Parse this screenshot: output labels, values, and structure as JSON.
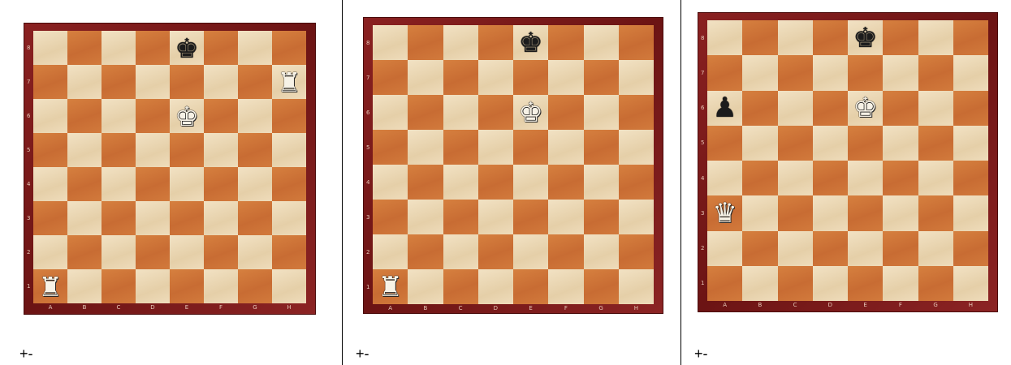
{
  "files": [
    "A",
    "B",
    "C",
    "D",
    "E",
    "F",
    "G",
    "H"
  ],
  "ranks": [
    "8",
    "7",
    "6",
    "5",
    "4",
    "3",
    "2",
    "1"
  ],
  "diagrams": [
    {
      "eval": "+-",
      "pieces": [
        {
          "square": "e8",
          "piece": "king",
          "color": "black",
          "glyph": "♚"
        },
        {
          "square": "h7",
          "piece": "rook",
          "color": "white",
          "glyph": "♜"
        },
        {
          "square": "e6",
          "piece": "king",
          "color": "white",
          "glyph": "♚"
        },
        {
          "square": "a1",
          "piece": "rook",
          "color": "white",
          "glyph": "♜"
        }
      ]
    },
    {
      "eval": "+-",
      "pieces": [
        {
          "square": "e8",
          "piece": "king",
          "color": "black",
          "glyph": "♚"
        },
        {
          "square": "e6",
          "piece": "king",
          "color": "white",
          "glyph": "♚"
        },
        {
          "square": "a1",
          "piece": "rook",
          "color": "white",
          "glyph": "♜"
        }
      ]
    },
    {
      "eval": "+-",
      "pieces": [
        {
          "square": "e8",
          "piece": "king",
          "color": "black",
          "glyph": "♚"
        },
        {
          "square": "a6",
          "piece": "pawn",
          "color": "black",
          "glyph": "♟"
        },
        {
          "square": "e6",
          "piece": "king",
          "color": "white",
          "glyph": "♚"
        },
        {
          "square": "a3",
          "piece": "queen",
          "color": "white",
          "glyph": "♛"
        }
      ]
    }
  ]
}
